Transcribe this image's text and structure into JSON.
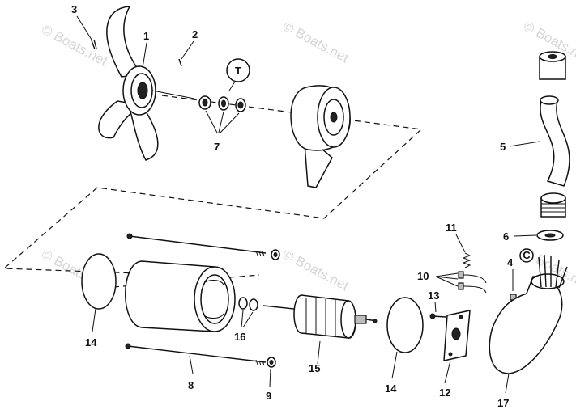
{
  "watermark": {
    "text": "© Boats.net"
  },
  "callouts": {
    "c1": "1",
    "c2": "2",
    "c3": "3",
    "c4": "4",
    "c5": "5",
    "c6": "6",
    "c7": "7",
    "c8": "8",
    "c9": "9",
    "c10": "10",
    "c11": "11",
    "c12": "12",
    "c13": "13",
    "c14a": "14",
    "c14b": "14",
    "c15": "15",
    "c16": "16",
    "c17": "17"
  },
  "service_tool_symbol": "T"
}
